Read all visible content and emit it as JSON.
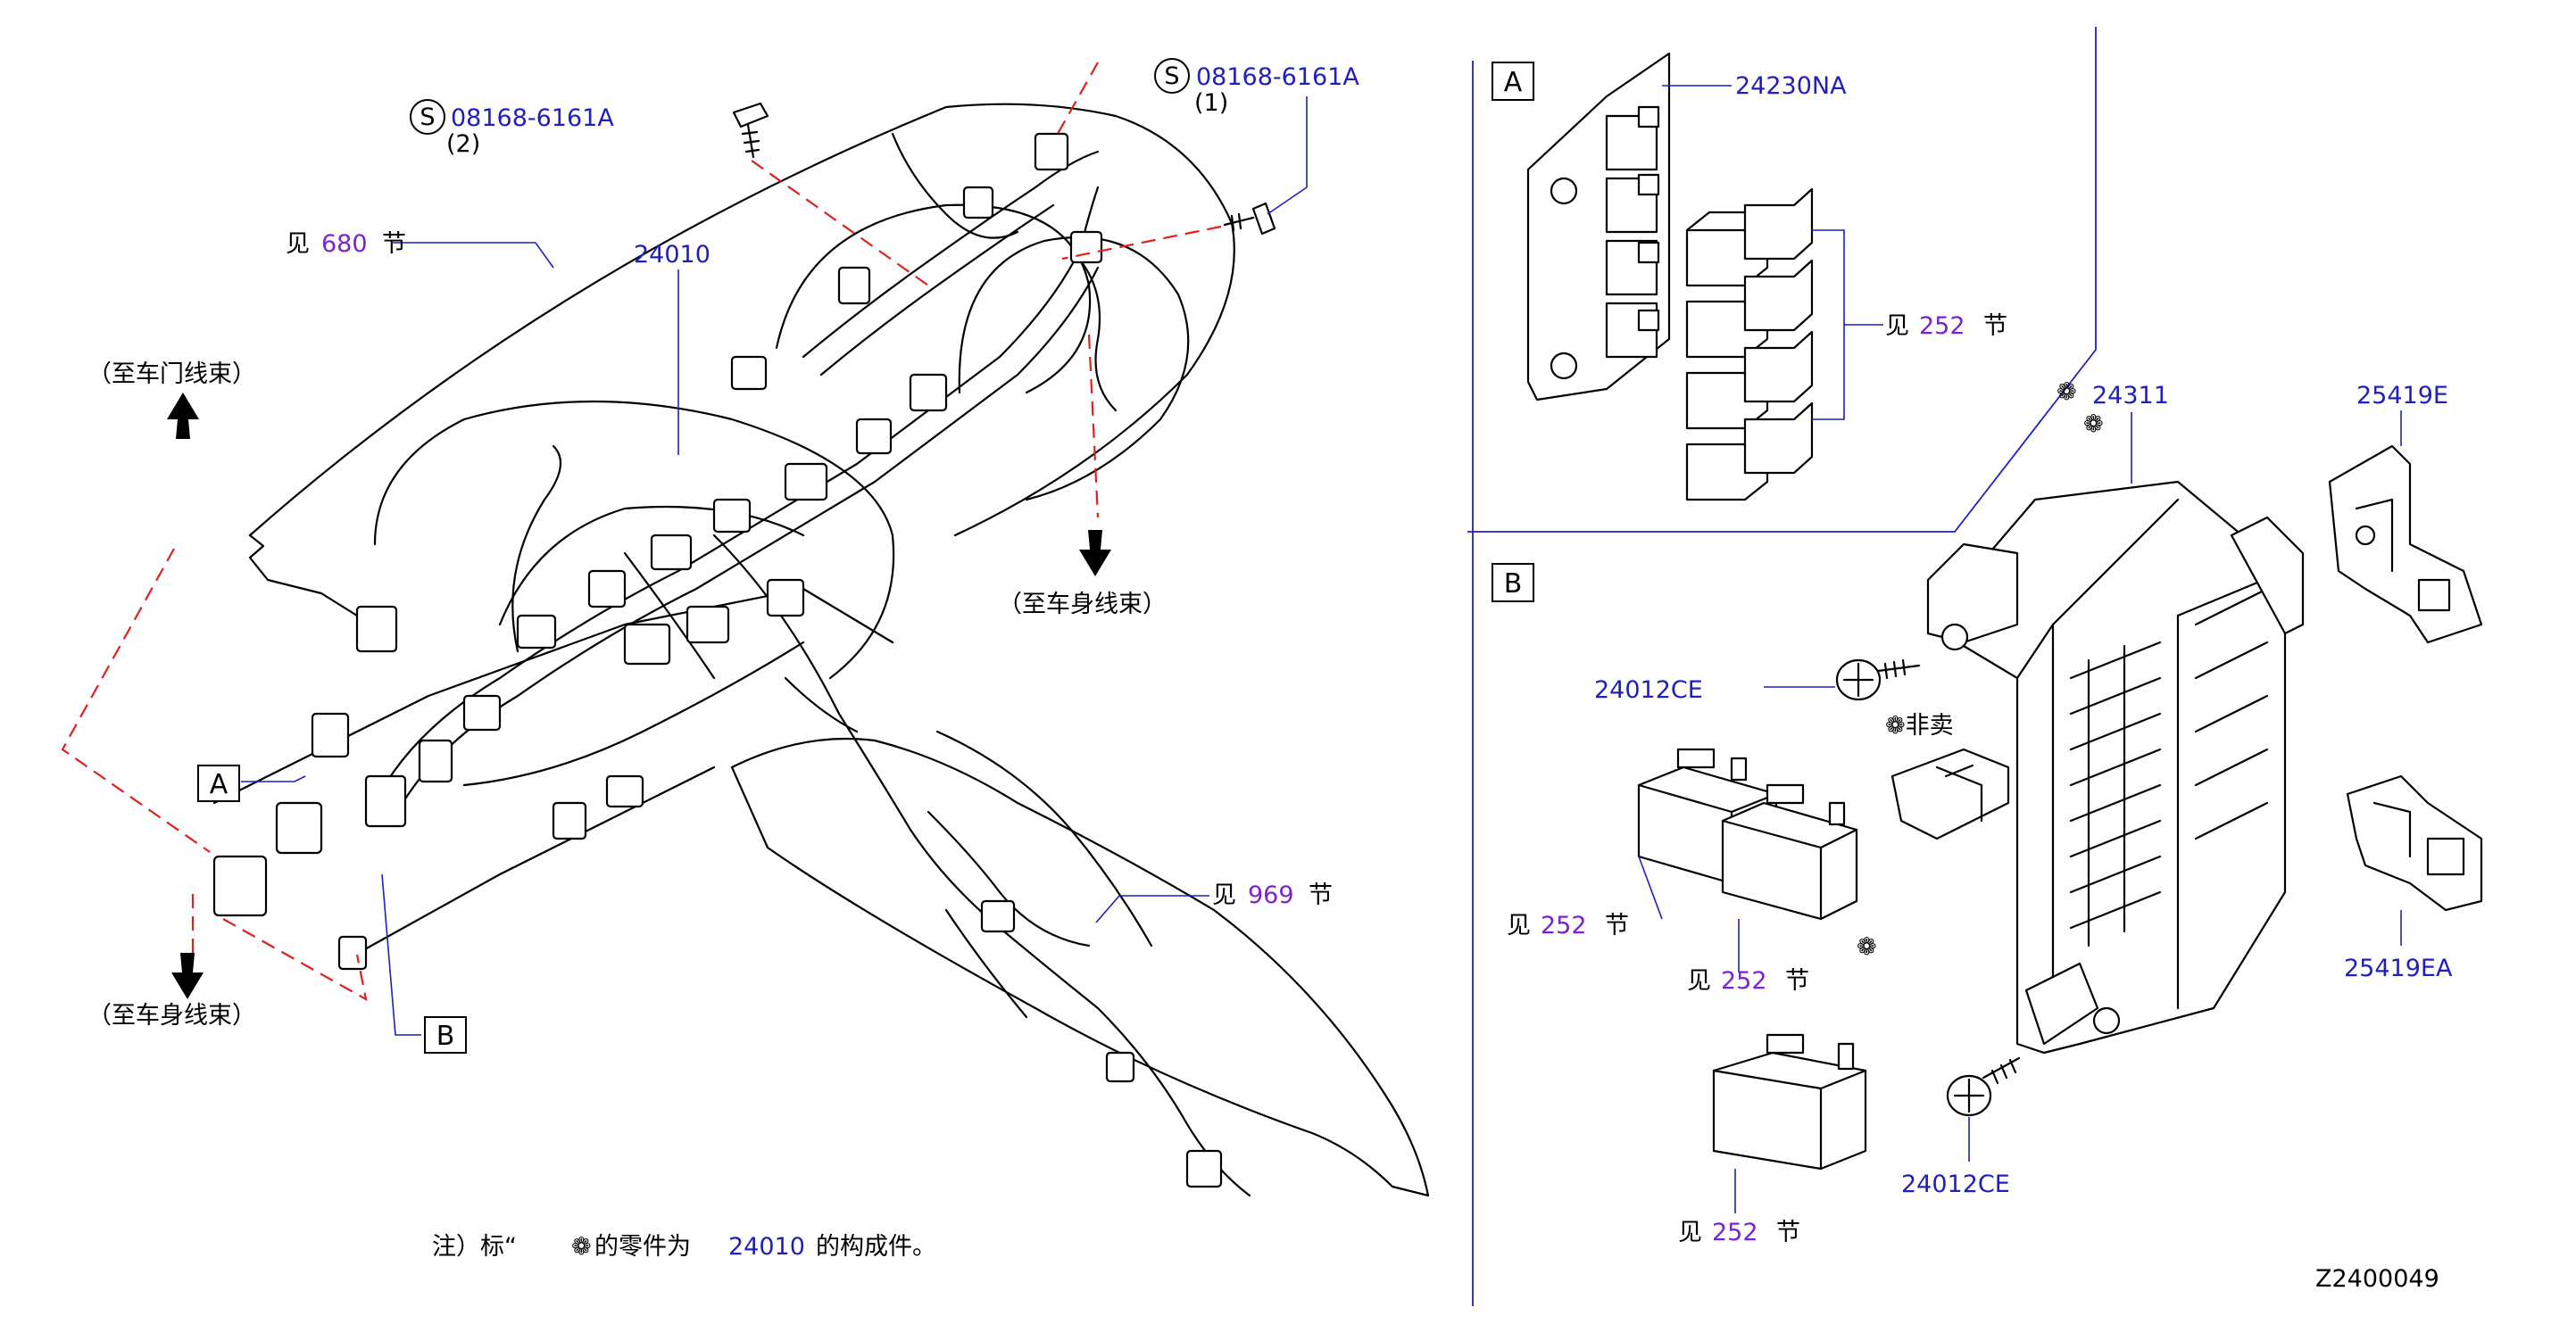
{
  "ref_bolt_left": {
    "badge": "S",
    "part": "08168-6161A",
    "qty": "(2)"
  },
  "ref_bolt_right": {
    "badge": "S",
    "part": "08168-6161A",
    "qty": "(1)"
  },
  "see_680": {
    "prefix": "见",
    "num": "680",
    "suffix": "节"
  },
  "see_969": {
    "prefix": "见",
    "num": "969",
    "suffix": "节"
  },
  "harness_part": "24010",
  "to_door": "（至车门线束）",
  "to_body_left": "（至车身线束）",
  "to_body_mid": "（至车身线束）",
  "callout_a": "A",
  "callout_b": "B",
  "box_a_label": "A",
  "box_b_label": "B",
  "bracket_part": "24230NA",
  "relay_group": {
    "prefix": "见",
    "num": "252",
    "suffix": "节"
  },
  "fuse_block": {
    "mark": "❁",
    "part": "24311"
  },
  "fuse_mark_2": "❁",
  "clip_top": "25419E",
  "clip_bottom": "25419EA",
  "screw_top": "24012CE",
  "screw_bottom": "24012CE",
  "not_sold": "❁非卖",
  "relay_1": {
    "prefix": "见",
    "num": "252",
    "suffix": "节"
  },
  "relay_2": {
    "prefix": "见",
    "num": "252",
    "suffix": "节"
  },
  "relay_3": {
    "prefix": "见",
    "num": "252",
    "suffix": "节"
  },
  "loose_mark": "❁",
  "note": {
    "prefix": "注）标“",
    "mark": "❁",
    "middle": "的零件为",
    "part": "24010",
    "suffix": "的构成件。"
  },
  "figure_code": "Z2400049"
}
